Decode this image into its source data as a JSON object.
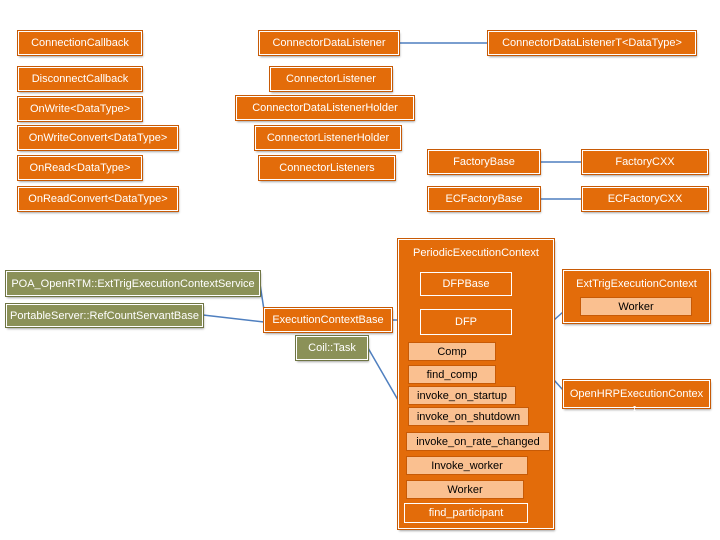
{
  "colors": {
    "box_fill": "#e36c0a",
    "olive_fill": "#8b9158",
    "light_fill": "#fac090",
    "connector": "#4f7fbf"
  },
  "left_column": [
    "ConnectionCallback",
    "DisconnectCallback",
    "OnWrite<DataType>",
    "OnWriteConvert<DataType>",
    "OnRead<DataType>",
    "OnReadConvert<DataType>"
  ],
  "middle_column": [
    "ConnectorDataListener",
    "ConnectorListener",
    "ConnectorDataListenerHolder",
    "ConnectorListenerHolder",
    "ConnectorListeners"
  ],
  "right_top": {
    "listener_t": "ConnectorDataListenerT<DataType>",
    "factory_base": "FactoryBase",
    "factory_cxx": "FactoryCXX",
    "ec_factory_base": "ECFactoryBase",
    "ec_factory_cxx": "ECFactoryCXX"
  },
  "bottom_left": {
    "poa_service": "POA_OpenRTM::ExtTrigExecutionContextService",
    "refcount_base": "PortableServer::RefCountServantBase",
    "ec_base": "ExecutionContextBase",
    "coil_task": "Coil::Task"
  },
  "periodic": {
    "title": "PeriodicExecutionContext",
    "dfp_base": "DFPBase",
    "dfp": "DFP",
    "members": [
      "Comp",
      "find_comp",
      "invoke_on_startup",
      "invoke_on_shutdown",
      "invoke_on_rate_changed",
      "Invoke_worker",
      "Worker",
      "find_participant"
    ]
  },
  "ext_trig": {
    "title": "ExtTrigExecutionContext",
    "worker": "Worker"
  },
  "openhrp": {
    "title": "OpenHRPExecutionContex"
  }
}
